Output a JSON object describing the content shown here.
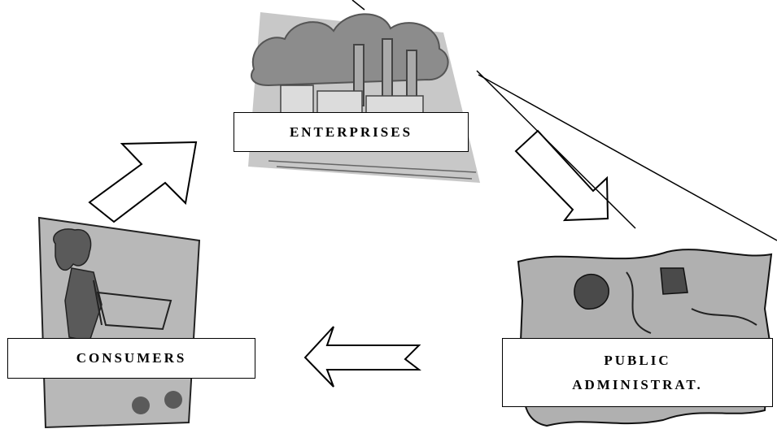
{
  "nodes": {
    "enterprises": {
      "label": "ENTERPRISES",
      "icon": "factory-icon"
    },
    "consumers": {
      "label": "CONSUMERS",
      "icon": "shopper-icon"
    },
    "public_administration": {
      "label_line1": "PUBLIC",
      "label_line2": "ADMINISTRAT.",
      "icon": "city-map-icon"
    }
  },
  "colors": {
    "background": "#ffffff",
    "line": "#000000",
    "clipart_dark": "#5a5a5a",
    "clipart_mid": "#9a9a9a",
    "clipart_light": "#c8c8c8"
  }
}
